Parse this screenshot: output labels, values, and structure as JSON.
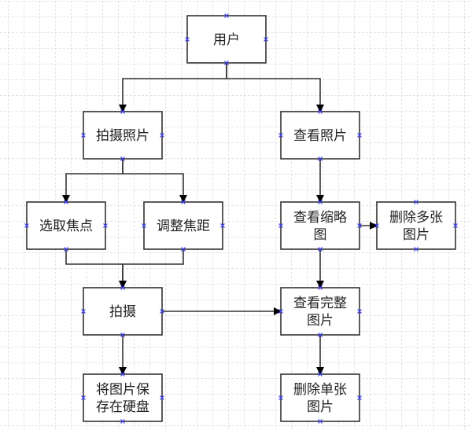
{
  "diagram": {
    "type": "flowchart",
    "colors": {
      "grid": "#c8c8c8",
      "box_border": "#333333",
      "connector": "#333333",
      "arrowhead": "#000000",
      "anchor_marker": "#3a3aff",
      "text": "#222222"
    },
    "nodes": [
      {
        "id": "user",
        "lines": [
          "用户"
        ]
      },
      {
        "id": "take-photo",
        "lines": [
          "拍摄照片"
        ]
      },
      {
        "id": "view-photo",
        "lines": [
          "查看照片"
        ]
      },
      {
        "id": "select-focus",
        "lines": [
          "选取焦点"
        ]
      },
      {
        "id": "adjust-focal",
        "lines": [
          "调整焦距"
        ]
      },
      {
        "id": "view-thumbnail",
        "lines": [
          "查看缩略",
          "图"
        ]
      },
      {
        "id": "delete-multiple",
        "lines": [
          "删除多张",
          "图片"
        ]
      },
      {
        "id": "shoot",
        "lines": [
          "拍摄"
        ]
      },
      {
        "id": "view-full",
        "lines": [
          "查看完整",
          "图片"
        ]
      },
      {
        "id": "save-to-disk",
        "lines": [
          "将图片保",
          "存在硬盘"
        ]
      },
      {
        "id": "delete-single",
        "lines": [
          "删除单张",
          "图片"
        ]
      }
    ],
    "edges": [
      {
        "from": "user",
        "to": "take-photo"
      },
      {
        "from": "user",
        "to": "view-photo"
      },
      {
        "from": "take-photo",
        "to": "select-focus"
      },
      {
        "from": "take-photo",
        "to": "adjust-focal"
      },
      {
        "from": "select-focus",
        "to": "shoot"
      },
      {
        "from": "adjust-focal",
        "to": "shoot"
      },
      {
        "from": "view-photo",
        "to": "view-thumbnail"
      },
      {
        "from": "view-thumbnail",
        "to": "delete-multiple"
      },
      {
        "from": "view-thumbnail",
        "to": "view-full"
      },
      {
        "from": "shoot",
        "to": "view-full"
      },
      {
        "from": "shoot",
        "to": "save-to-disk"
      },
      {
        "from": "view-full",
        "to": "delete-single"
      }
    ]
  }
}
